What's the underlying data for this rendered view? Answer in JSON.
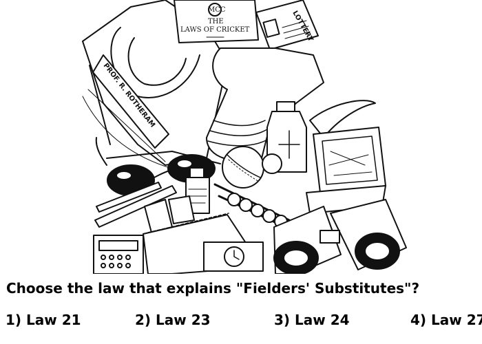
{
  "illustration": {
    "book_title_line1": "THE",
    "book_title_line2": "LAWS OF CRICKET",
    "book_monogram": "MCC",
    "bag_label": "PROF. R. ROTHERAM",
    "card_label": "LOTTERY"
  },
  "question": {
    "text": "Choose the law that explains \"Fielders' Substitutes\"?"
  },
  "options": [
    "1) Law 21",
    "2) Law 23",
    "3) Law 24",
    "4) Law 27"
  ]
}
